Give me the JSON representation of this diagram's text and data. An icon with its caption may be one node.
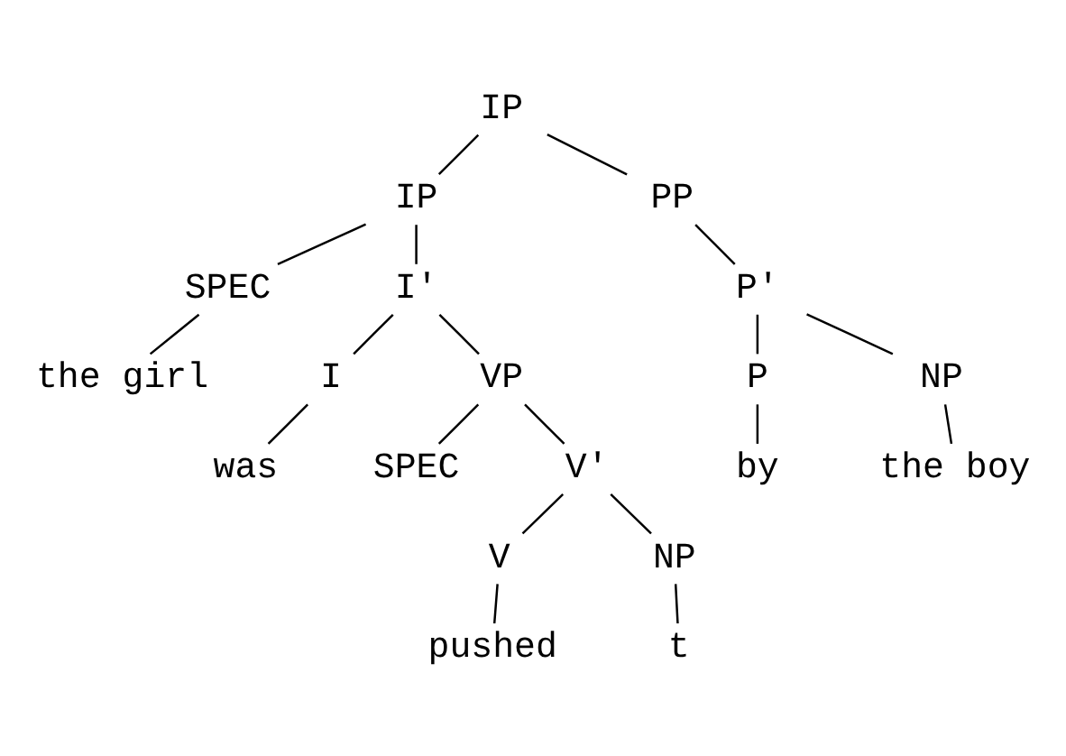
{
  "diagram": {
    "nodes": [
      {
        "text": [
          "IP"
        ]
      },
      {
        "text": [
          "IP"
        ]
      },
      {
        "text": [
          "PP"
        ]
      },
      {
        "text": [
          "SPEC"
        ]
      },
      {
        "text": [
          "I'"
        ]
      },
      {
        "text": [
          "P'"
        ]
      },
      {
        "text": [
          "the girl"
        ]
      },
      {
        "text": [
          "I"
        ]
      },
      {
        "text": [
          "VP"
        ]
      },
      {
        "text": [
          "P"
        ]
      },
      {
        "text": [
          "NP"
        ]
      },
      {
        "text": [
          "was"
        ]
      },
      {
        "text": [
          "SPEC"
        ]
      },
      {
        "text": [
          "V'"
        ]
      },
      {
        "text": [
          "by"
        ]
      },
      {
        "text": [
          "the boy"
        ]
      },
      {
        "text": [
          "V"
        ]
      },
      {
        "text": [
          "NP"
        ]
      },
      {
        "text": [
          "pushed"
        ]
      },
      {
        "text": [
          "t"
        ]
      }
    ],
    "edges": [
      {
        "from": 0,
        "to": 1,
        "arrow": "none"
      },
      {
        "from": 0,
        "to": 2,
        "arrow": "none"
      },
      {
        "from": 1,
        "to": 3,
        "arrow": "none"
      },
      {
        "from": 1,
        "to": 4,
        "arrow": "none"
      },
      {
        "from": 2,
        "to": 5,
        "arrow": "none"
      },
      {
        "from": 3,
        "to": 6,
        "arrow": "none"
      },
      {
        "from": 4,
        "to": 7,
        "arrow": "none"
      },
      {
        "from": 4,
        "to": 8,
        "arrow": "none"
      },
      {
        "from": 5,
        "to": 9,
        "arrow": "none"
      },
      {
        "from": 5,
        "to": 10,
        "arrow": "none"
      },
      {
        "from": 7,
        "to": 11,
        "arrow": "none"
      },
      {
        "from": 8,
        "to": 12,
        "arrow": "none"
      },
      {
        "from": 8,
        "to": 13,
        "arrow": "none"
      },
      {
        "from": 9,
        "to": 14,
        "arrow": "none"
      },
      {
        "from": 10,
        "to": 15,
        "arrow": "none"
      },
      {
        "from": 13,
        "to": 16,
        "arrow": "none"
      },
      {
        "from": 13,
        "to": 17,
        "arrow": "none"
      },
      {
        "from": 16,
        "to": 18,
        "arrow": "none"
      },
      {
        "from": 17,
        "to": 19,
        "arrow": "none"
      }
    ]
  }
}
